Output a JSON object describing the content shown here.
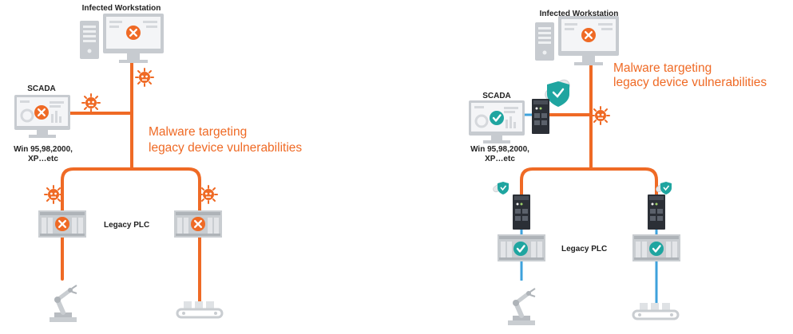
{
  "left": {
    "infected_label": "Infected Workstation",
    "scada_label": "SCADA",
    "os_line1": "Win 95,98,2000,",
    "os_line2": "XP…etc",
    "malware_line1": "Malware targeting",
    "malware_line2": "legacy device vulnerabilities",
    "plc_label": "Legacy PLC"
  },
  "right": {
    "infected_label": "Infected Workstation",
    "scada_label": "SCADA",
    "os_line1": "Win 95,98,2000,",
    "os_line2": "XP…etc",
    "malware_line1": "Malware targeting",
    "malware_line2": "legacy device vulnerabilities",
    "plc_label": "Legacy PLC"
  },
  "colors": {
    "malware": "#ef6a25",
    "protected_link": "#3ea2dc",
    "secure_check": "#1fa5a0",
    "device_gray": "#c9cdd1"
  }
}
